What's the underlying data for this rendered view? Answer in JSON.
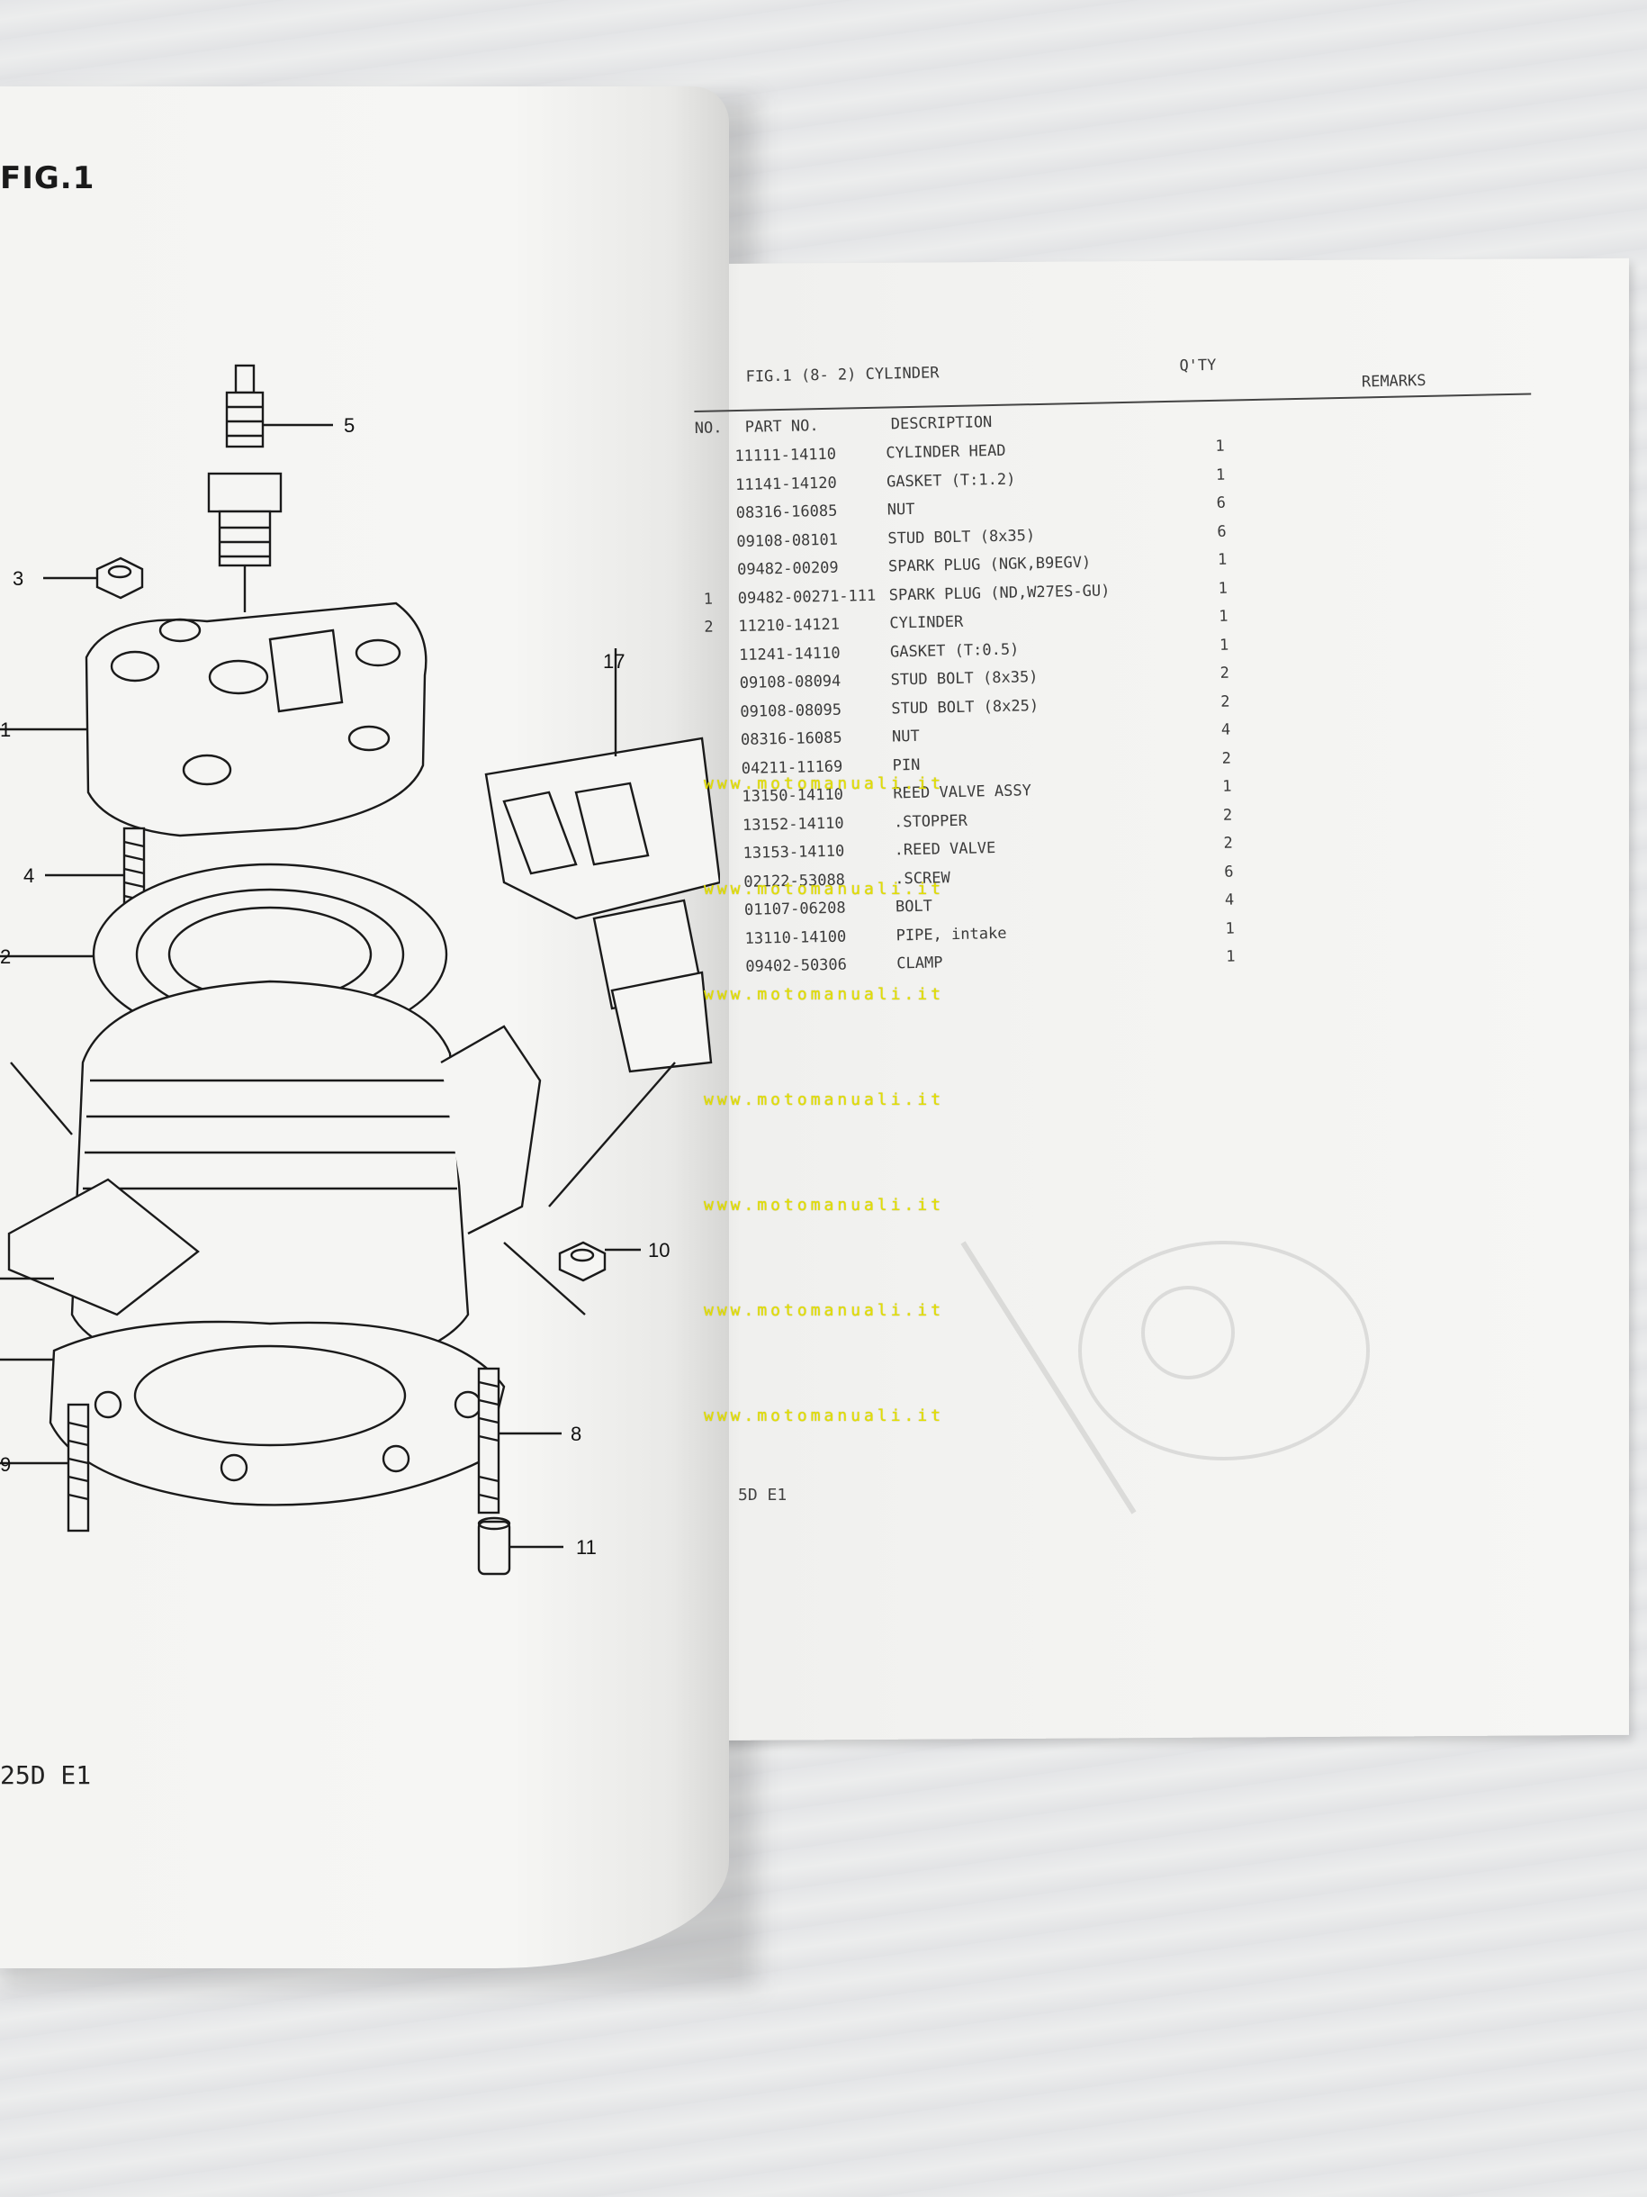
{
  "left_page": {
    "figure_title": "FIG.1",
    "footer": "25D E1",
    "callouts": [
      "5",
      "3",
      "1",
      "17",
      "4",
      "2",
      "10",
      "8",
      "11",
      "9"
    ]
  },
  "right_page": {
    "header": {
      "title": "FIG.1  (8- 2) CYLINDER",
      "qty_label": "Q'TY",
      "remarks_label": "REMARKS",
      "no_label": "NO.",
      "part_no_label": "PART NO.",
      "description_label": "DESCRIPTION"
    },
    "rows": [
      {
        "ref": "",
        "part": "11111-14110",
        "desc": "CYLINDER HEAD",
        "qty": "1"
      },
      {
        "ref": "",
        "part": "11141-14120",
        "desc": "GASKET (T:1.2)",
        "qty": "1"
      },
      {
        "ref": "",
        "part": "08316-16085",
        "desc": "NUT",
        "qty": "6"
      },
      {
        "ref": "",
        "part": "09108-08101",
        "desc": "STUD BOLT (8x35)",
        "qty": "6"
      },
      {
        "ref": "",
        "part": "09482-00209",
        "desc": "SPARK PLUG (NGK,B9EGV)",
        "qty": "1"
      },
      {
        "ref": "1",
        "part": "09482-00271-111",
        "desc": "SPARK PLUG (ND,W27ES-GU)",
        "qty": "1"
      },
      {
        "ref": "2",
        "part": "11210-14121",
        "desc": "CYLINDER",
        "qty": "1"
      },
      {
        "ref": "",
        "part": "11241-14110",
        "desc": "GASKET (T:0.5)",
        "qty": "1"
      },
      {
        "ref": "",
        "part": "09108-08094",
        "desc": "STUD BOLT (8x35)",
        "qty": "2"
      },
      {
        "ref": "",
        "part": "09108-08095",
        "desc": "STUD BOLT (8x25)",
        "qty": "2"
      },
      {
        "ref": "",
        "part": "08316-16085",
        "desc": "NUT",
        "qty": "4"
      },
      {
        "ref": "",
        "part": "04211-11169",
        "desc": "PIN",
        "qty": "2"
      },
      {
        "ref": "",
        "part": "13150-14110",
        "desc": "REED VALVE ASSY",
        "qty": "1"
      },
      {
        "ref": "",
        "part": "13152-14110",
        "desc": ".STOPPER",
        "qty": "2"
      },
      {
        "ref": "",
        "part": "13153-14110",
        "desc": ".REED VALVE",
        "qty": "2"
      },
      {
        "ref": "",
        "part": "02122-53088",
        "desc": ".SCREW",
        "qty": "6"
      },
      {
        "ref": "",
        "part": "01107-06208",
        "desc": "BOLT",
        "qty": "4"
      },
      {
        "ref": "",
        "part": "13110-14100",
        "desc": "PIPE, intake",
        "qty": "1"
      },
      {
        "ref": "",
        "part": "09402-50306",
        "desc": "CLAMP",
        "qty": "1"
      }
    ],
    "footer": "5D E1"
  },
  "watermarks": [
    "www.motomanuali.it",
    "www.motomanuali.it",
    "www.motomanuali.it",
    "www.motomanuali.it",
    "www.motomanuali.it",
    "www.motomanuali.it",
    "www.motomanuali.it"
  ],
  "colors": {
    "watermark": "#e4e000",
    "ink": "#111111",
    "paper": "#f5f5f3"
  }
}
